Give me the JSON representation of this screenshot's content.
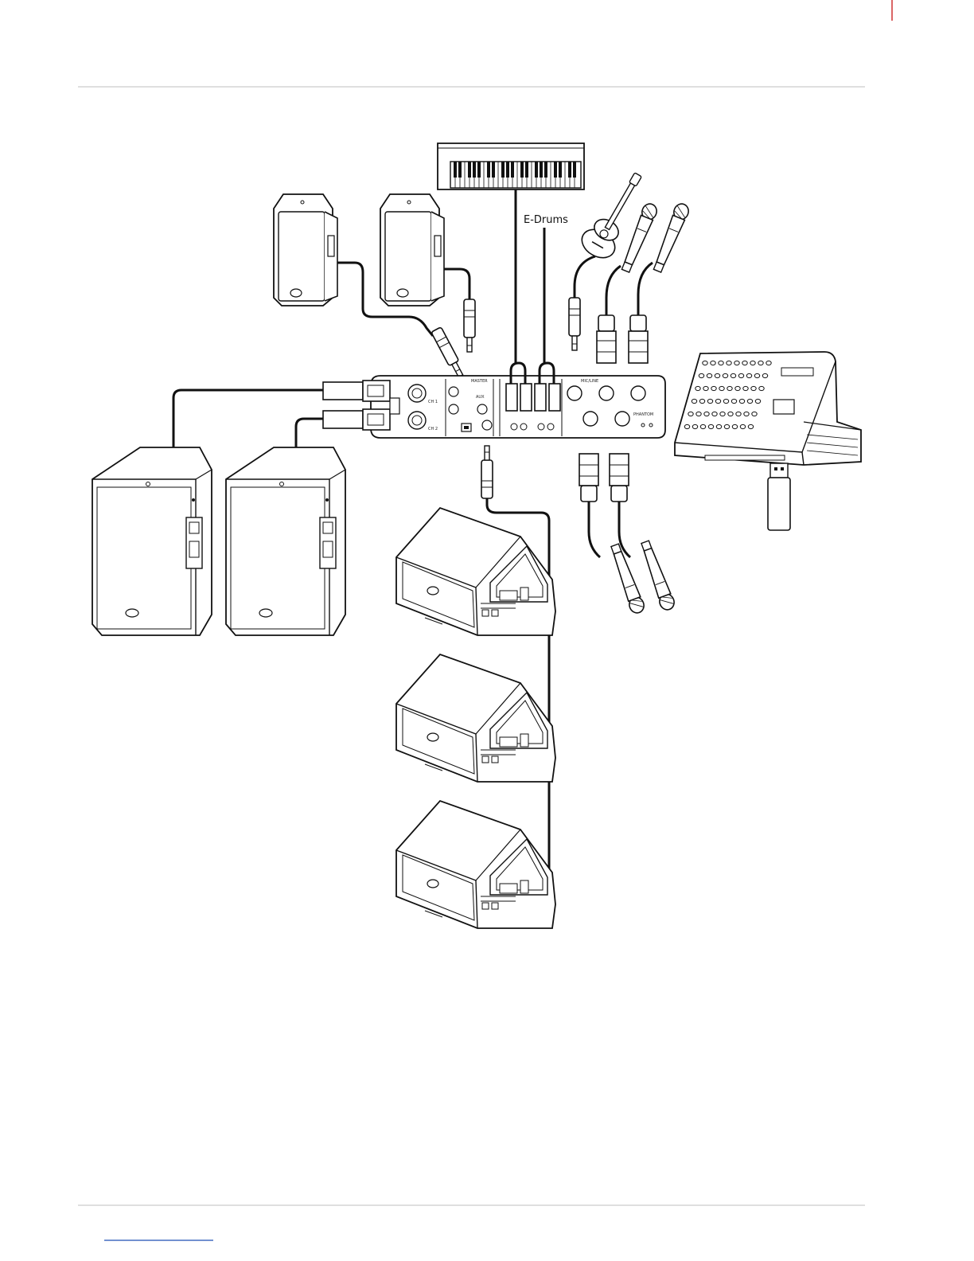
{
  "diagram": {
    "labels": {
      "edrums": "E-Drums",
      "ch1": "CH 1",
      "ch2": "CH 2",
      "master": "MASTER",
      "aux": "AUX",
      "mic_line": "MIC/LINE",
      "phantom": "PHANTOM"
    },
    "colors": {
      "stroke": "#111111",
      "cable": "#111111",
      "rule": "#bfbfbf",
      "page_bg": "#ffffff",
      "footer_line": "#1f4fb4",
      "top_right_accent": "#c00000"
    },
    "icons": {
      "keyboard": "keyboard-icon",
      "guitar": "acoustic-guitar-icon",
      "microphone": "handheld-microphone-icon",
      "speaker": "loudspeaker-icon",
      "monitor": "floor-monitor-icon",
      "mixer": "mixer-console-icon",
      "usb": "usb-stick-icon"
    }
  }
}
